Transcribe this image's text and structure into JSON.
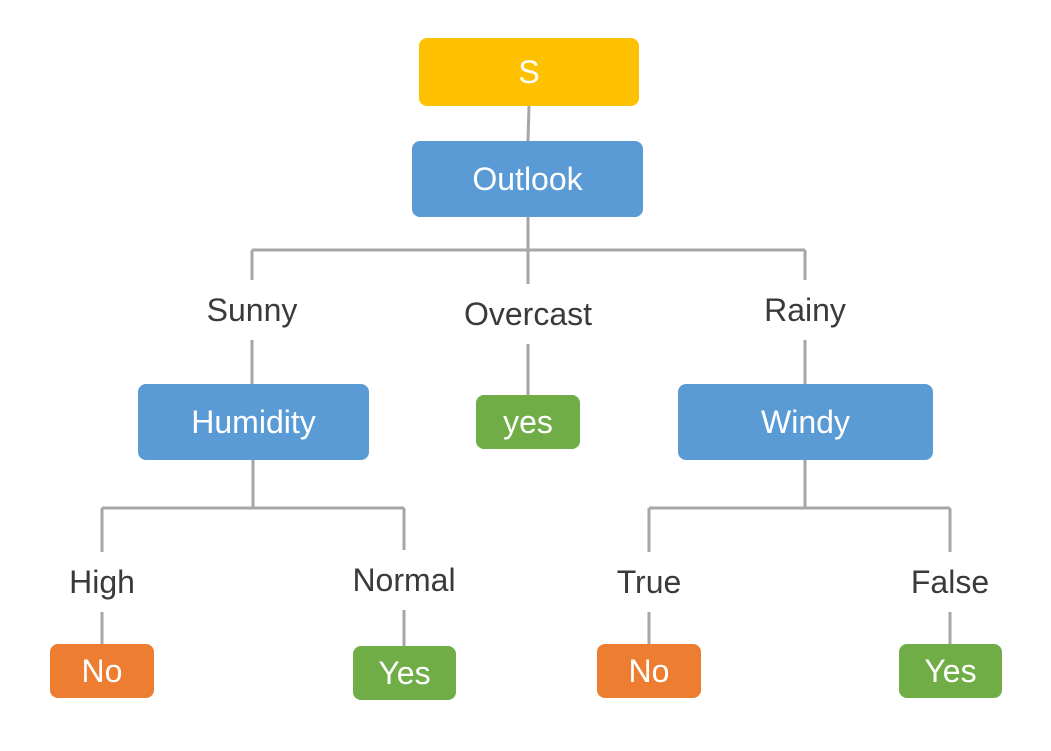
{
  "colors": {
    "root": "#fdc100",
    "decision": "#5b9bd5",
    "leaf_yes": "#71ad47",
    "leaf_no": "#ed7d31",
    "edge": "#a6a6a6",
    "label_text": "#3a3a3a"
  },
  "tree": {
    "root": {
      "label": "S"
    },
    "outlook": {
      "label": "Outlook",
      "branches": {
        "sunny": "Sunny",
        "overcast": "Overcast",
        "rainy": "Rainy"
      }
    },
    "overcast_leaf": {
      "label": "yes"
    },
    "humidity": {
      "label": "Humidity",
      "branches": {
        "high": "High",
        "normal": "Normal"
      },
      "leaves": {
        "high": "No",
        "normal": "Yes"
      }
    },
    "windy": {
      "label": "Windy",
      "branches": {
        "true": "True",
        "false": "False"
      },
      "leaves": {
        "true": "No",
        "false": "Yes"
      }
    }
  }
}
